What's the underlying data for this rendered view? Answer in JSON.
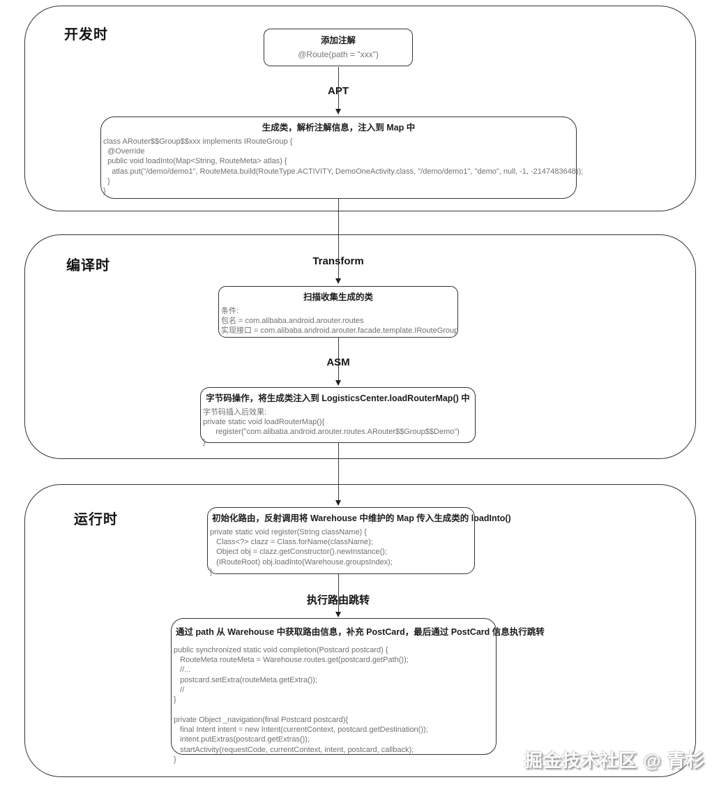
{
  "watermark": "掘金技术社区 @ 青杉",
  "colors": {
    "background": "#ffffff",
    "border": "#333333",
    "title_text": "#1c1c1c",
    "code_text": "#707070",
    "arrow": "#1f1f1f"
  },
  "sections": {
    "dev": {
      "label": "开发时",
      "annotate": {
        "title": "添加注解",
        "subtitle": "@Route(path = \"xxx\")"
      },
      "apt_label": "APT",
      "genclass": {
        "title": "生成类，解析注解信息，注入到 Map 中",
        "code": "class ARouter$$Group$$xxx implements IRouteGroup {\n  @Override\n  public void loadInto(Map<String, RouteMeta> atlas) {\n    atlas.put(\"/demo/demo1\", RouteMeta.build(RouteType.ACTIVITY, DemoOneActivity.class, \"/demo/demo1\", \"demo\", null, -1, -2147483648));\n  }\n}"
      }
    },
    "compile": {
      "label": "编译时",
      "transform_label": "Transform",
      "scan": {
        "title": "扫描收集生成的类",
        "code": "条件:\n包名 = com.alibaba.android.arouter.routes\n实现接口 = com.alibaba.android.arouter.facade.template.IRouteGroup"
      },
      "asm_label": "ASM",
      "bytecode": {
        "title": "字节码操作，将生成类注入到 LogisticsCenter.loadRouterMap() 中",
        "code": "字节码插入后效果:\nprivate static void loadRouterMap(){\n      register(\"com.alibaba.android.arouter.routes.ARouter$$Group$$Demo\")\n}"
      }
    },
    "runtime": {
      "label": "运行时",
      "init": {
        "title": "初始化路由，反射调用将 Warehouse 中维护的 Map 传入生成类的 loadInto()",
        "code": "private static void register(String className) {\n   Class<?> clazz = Class.forName(className);\n   Object obj = clazz.getConstructor().newInstance();\n   (IRouteRoot) obj.loadInto(Warehouse.groupsIndex);\n}"
      },
      "jump_label": "执行路由跳转",
      "completion": {
        "title": "通过 path 从 Warehouse 中获取路由信息，补充 PostCard，最后通过 PostCard 信息执行跳转",
        "code": "public synchronized static void completion(Postcard postcard) {\n   RouteMeta routeMeta = Warehouse.routes.get(postcard.getPath());\n   //...\n   postcard.setExtra(routeMeta.getExtra());\n   //\n}\n\nprivate Object _navigation(final Postcard postcard){\n   final Intent intent = new Intent(currentContext, postcard.getDestination());\n   intent.putExtras(postcard.getExtras());\n   startActivity(requestCode, currentContext, intent, postcard, callback);\n}"
      }
    }
  }
}
